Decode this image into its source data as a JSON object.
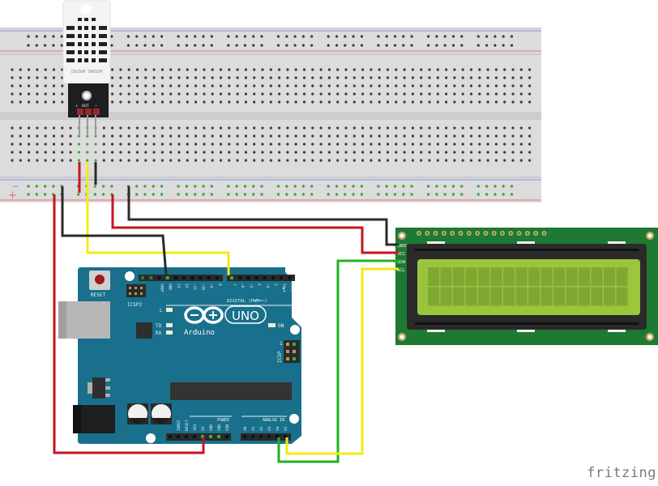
{
  "diagram": {
    "title": "DHT22 (AM2302) + Arduino UNO + I2C 16x2 LCD wiring",
    "watermark": "fritzing"
  },
  "colors": {
    "breadboard": "#dcdcdc",
    "breadboard_edge": "#c8c8c8",
    "rail_blue": "#8c8cf0",
    "rail_red": "#e87070",
    "hole": "#3a3a3a",
    "hole_active": "#3ea83e",
    "arduino_board": "#18708c",
    "lcd_pcb": "#1e7a32",
    "lcd_bezel": "#2a2a2a",
    "lcd_screen": "#9bc53d",
    "wire_red": "#c8141e",
    "wire_black": "#2b2b2b",
    "wire_yellow": "#f2ea18",
    "wire_green": "#22b022"
  },
  "breadboard": {
    "rail_minus_label": "−",
    "rail_plus_label": "+"
  },
  "sensor": {
    "model_text": "AOSONG AM2302",
    "pin_labels": [
      "+",
      "OUT",
      "−"
    ]
  },
  "arduino": {
    "reset_label": "RESET",
    "icsp2_label": "ICSP2",
    "icsp_label": "ICSP",
    "icsp_pin1": "1",
    "led_l": "L",
    "led_tx": "TX",
    "led_rx": "RX",
    "led_on": "ON",
    "brand": "Arduino",
    "model": "UNO",
    "digital_header_label": "DIGITAL (PWM=~)",
    "digital_pins": [
      "AREF",
      "GND",
      "13",
      "12",
      "~11",
      "~10",
      "~9",
      "8",
      "7",
      "~6",
      "~5",
      "4",
      "~3",
      "2",
      "TX▶1",
      "RX◀0"
    ],
    "power_header_label": "POWER",
    "power_pins": [
      "IOREF",
      "RESET",
      "3V3",
      "5V",
      "GND",
      "GND",
      "VIN"
    ],
    "analog_header_label": "ANALOG IN",
    "analog_pins": [
      "A0",
      "A1",
      "A2",
      "A3",
      "A4",
      "A5"
    ]
  },
  "lcd": {
    "pin_labels": [
      "GND",
      "VCC",
      "SDA",
      "SCL"
    ],
    "columns": 16,
    "rows": 2
  },
  "connections": [
    {
      "from": "DHT22 +",
      "to": "Breadboard + rail",
      "color": "red"
    },
    {
      "from": "DHT22 OUT",
      "to": "Arduino D7",
      "color": "yellow"
    },
    {
      "from": "DHT22 −",
      "to": "Breadboard − rail",
      "color": "black"
    },
    {
      "from": "Breadboard + rail",
      "to": "Arduino 5V",
      "color": "red"
    },
    {
      "from": "Breadboard − rail",
      "to": "Arduino GND",
      "color": "black"
    },
    {
      "from": "Breadboard − rail",
      "to": "LCD GND",
      "color": "black"
    },
    {
      "from": "Breadboard + rail",
      "to": "LCD VCC",
      "color": "red"
    },
    {
      "from": "Arduino A4",
      "to": "LCD SDA",
      "color": "green"
    },
    {
      "from": "Arduino A5",
      "to": "LCD SCL",
      "color": "yellow"
    }
  ]
}
